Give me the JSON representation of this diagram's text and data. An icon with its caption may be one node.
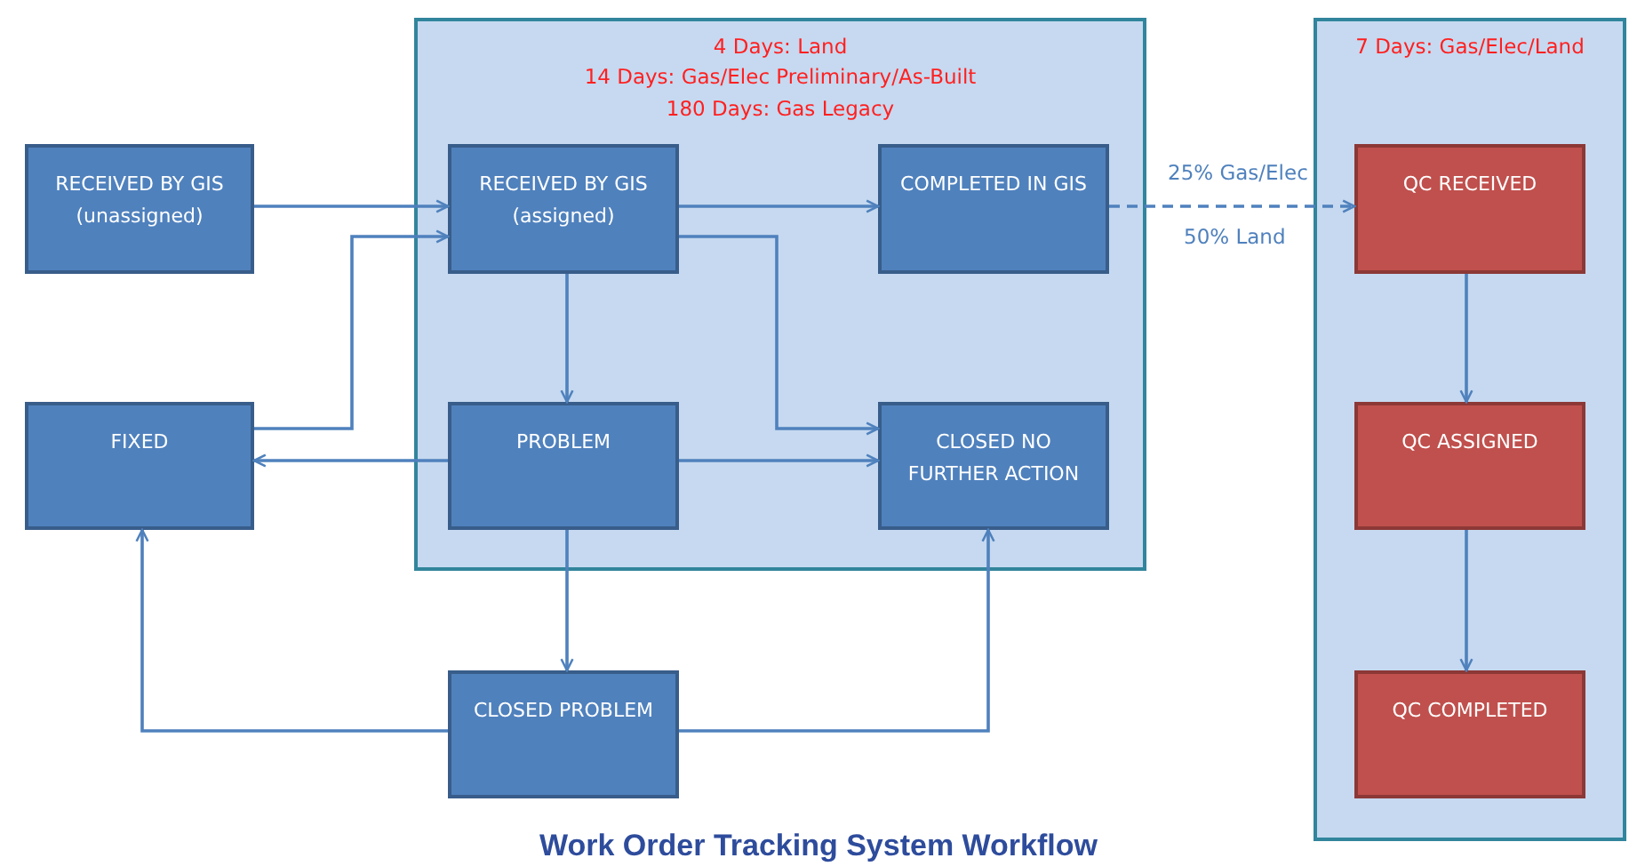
{
  "diagram": {
    "title": "Work Order Tracking System Workflow",
    "nodes": [
      {
        "text": [
          "RECEIVED BY GIS (unassigned)"
        ]
      },
      {
        "text": [
          "4 Days: Land",
          "14 Days: Gas/Elec Preliminary/As-Built",
          "180 Days: Gas Legacy"
        ]
      },
      {
        "text": [
          "RECEIVED BY GIS (assigned)"
        ],
        "in": 1
      },
      {
        "text": [
          "COMPLETED IN GIS"
        ],
        "in": 1
      },
      {
        "text": [
          "7 Days: Gas/Elec/Land"
        ]
      },
      {
        "text": [
          "QC RECEIVED"
        ],
        "in": 4
      },
      {
        "text": [
          "FIXED"
        ]
      },
      {
        "text": [
          "PROBLEM"
        ],
        "in": 1
      },
      {
        "text": [
          "CLOSED NO FURTHER ACTION"
        ],
        "in": 1
      },
      {
        "text": [
          "QC ASSIGNED"
        ],
        "in": 4
      },
      {
        "text": [
          "CLOSED PROBLEM"
        ]
      },
      {
        "text": [
          "QC COMPLETED"
        ],
        "in": 4
      }
    ],
    "edges": [
      {
        "from": 0,
        "to": 2,
        "arrow": "to"
      },
      {
        "from": 6,
        "to": 2,
        "arrow": "to"
      },
      {
        "from": 2,
        "to": 3,
        "arrow": "to"
      },
      {
        "from": 2,
        "to": 7,
        "arrow": "to"
      },
      {
        "from": 2,
        "to": 8,
        "arrow": "to"
      },
      {
        "from": 7,
        "to": 6,
        "arrow": "to"
      },
      {
        "from": 7,
        "to": 8,
        "arrow": "to"
      },
      {
        "from": 7,
        "to": 10,
        "arrow": "to"
      },
      {
        "from": 10,
        "to": 6,
        "arrow": "to"
      },
      {
        "from": 10,
        "to": 8,
        "arrow": "to"
      },
      {
        "from": 3,
        "to": 5,
        "arrow": "to",
        "style": "dashed",
        "label": "25% Gas/Elec"
      },
      {
        "from": 5,
        "to": 9,
        "arrow": "to"
      },
      {
        "from": 9,
        "to": 11,
        "arrow": "to"
      }
    ],
    "labels": [
      "50% Land"
    ]
  }
}
